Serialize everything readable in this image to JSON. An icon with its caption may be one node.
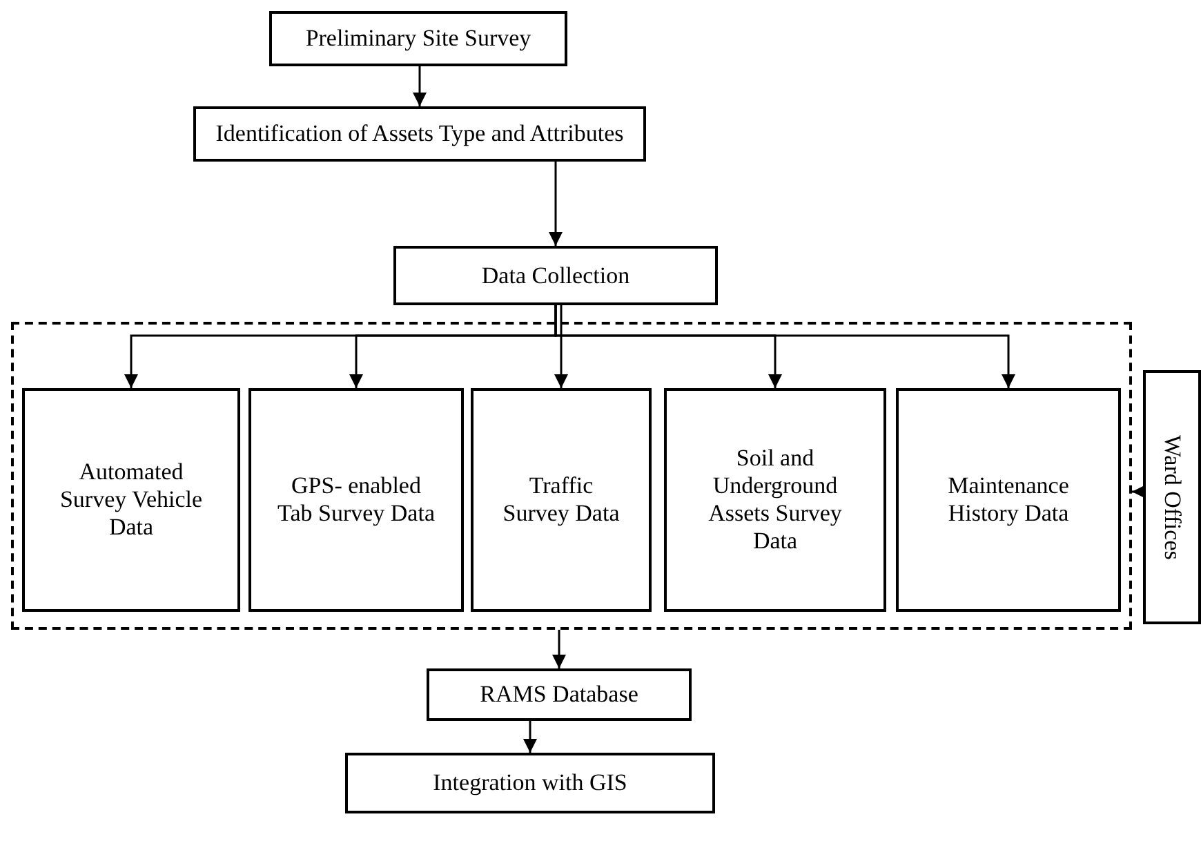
{
  "diagram": {
    "nodes": [
      {
        "text": [
          "Preliminary Site Survey"
        ]
      },
      {
        "text": [
          "Identification of Assets Type and Attributes"
        ]
      },
      {
        "text": [
          "Data Collection"
        ]
      },
      {
        "text": [],
        "shape": "box"
      },
      {
        "text": [
          "Automated Survey Vehicle Data"
        ],
        "in": 3
      },
      {
        "text": [
          "GPS- enabled Tab Survey Data"
        ],
        "in": 3
      },
      {
        "text": [
          "Traffic Survey Data"
        ],
        "in": 3
      },
      {
        "text": [
          "Soil and Underground Assets Survey Data"
        ],
        "in": 3
      },
      {
        "text": [
          "Maintenance History Data"
        ],
        "in": 3
      },
      {
        "text": [
          "Ward Offices"
        ]
      },
      {
        "text": [
          "RAMS Database"
        ]
      },
      {
        "text": [
          "Integration with GIS"
        ]
      }
    ],
    "edges": [
      {
        "from": 0,
        "to": 1,
        "arrow": "to"
      },
      {
        "from": 1,
        "to": 2,
        "arrow": "to"
      },
      {
        "from": 2,
        "to": 4,
        "arrow": "to"
      },
      {
        "from": 2,
        "to": 5,
        "arrow": "to"
      },
      {
        "from": 2,
        "to": 6,
        "arrow": "to"
      },
      {
        "from": 2,
        "to": 7,
        "arrow": "to"
      },
      {
        "from": 2,
        "to": 8,
        "arrow": "to"
      },
      {
        "from": 9,
        "to": 3,
        "arrow": "to"
      },
      {
        "from": 3,
        "to": 10,
        "arrow": "to"
      },
      {
        "from": 10,
        "to": 11,
        "arrow": "to"
      }
    ]
  }
}
